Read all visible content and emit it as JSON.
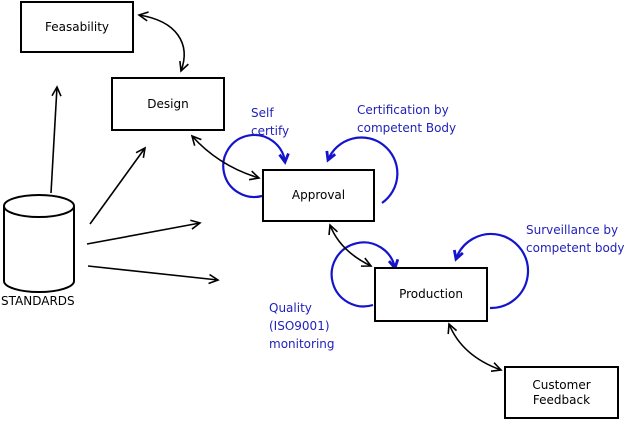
{
  "diagram": {
    "boxes": {
      "feasability": "Feasability",
      "design": "Design",
      "approval": "Approval",
      "production": "Production",
      "customer_feedback": "Customer\nFeedback"
    },
    "datastore": {
      "label": "STANDARDS"
    },
    "annotations": {
      "self_certify": "Self\ncertify",
      "certification": "Certification by\ncompetent Body",
      "surveillance": "Surveillance by\ncompetent body",
      "quality": "Quality\n(ISO9001)\nmonitoring"
    },
    "edges": [
      {
        "from": "standards",
        "to": "feasability",
        "style": "arrow"
      },
      {
        "from": "standards",
        "to": "design",
        "style": "arrow"
      },
      {
        "from": "standards",
        "to": "approval",
        "style": "arrow"
      },
      {
        "from": "standards",
        "to": "production",
        "style": "arrow"
      },
      {
        "from": "feasability",
        "to": "design",
        "style": "double-arrow"
      },
      {
        "from": "design",
        "to": "approval",
        "style": "double-arrow"
      },
      {
        "from": "approval",
        "to": "production",
        "style": "double-arrow"
      },
      {
        "from": "production",
        "to": "customer_feedback",
        "style": "double-arrow"
      },
      {
        "on": "approval",
        "annotation": "self_certify",
        "style": "self-loop"
      },
      {
        "on": "approval",
        "annotation": "certification",
        "style": "self-loop"
      },
      {
        "on": "production",
        "annotation": "quality",
        "style": "self-loop"
      },
      {
        "on": "production",
        "annotation": "surveillance",
        "style": "self-loop"
      }
    ],
    "colors": {
      "line": "#000000",
      "box_border": "#000000",
      "background": "#ffffff",
      "annotation_text": "#2222bb",
      "loop_arrow": "#1414cc"
    }
  }
}
